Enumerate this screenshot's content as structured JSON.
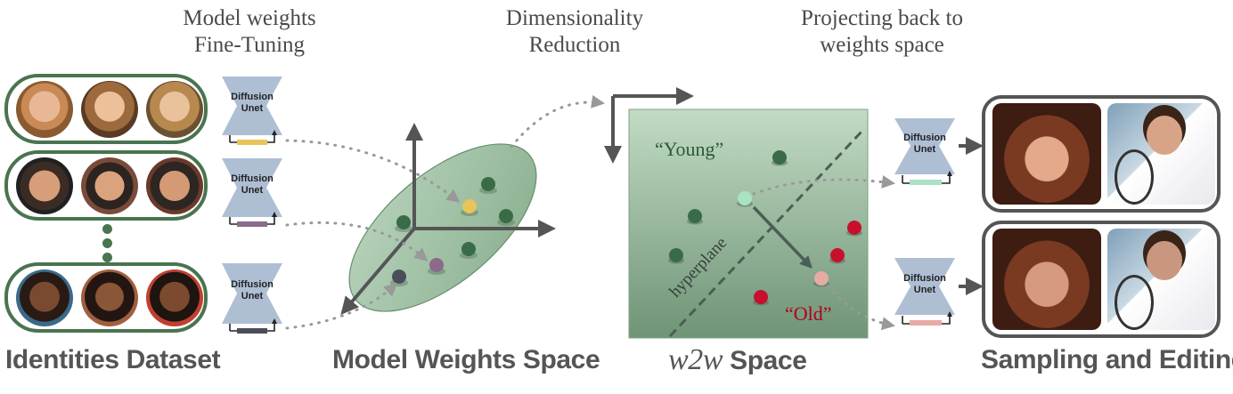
{
  "captions": {
    "finetune": [
      "Model weights",
      "Fine-Tuning"
    ],
    "reduction": [
      "Dimensionality",
      "Reduction"
    ],
    "projecting": [
      "Projecting back to",
      "weights space"
    ]
  },
  "sections": {
    "identities": "Identities Dataset",
    "weights_space": "Model Weights Space",
    "w2w_prefix": "w2w",
    "w2w_suffix": " Space",
    "sampling": "Sampling and Editing"
  },
  "unet": {
    "line1": "Diffusion",
    "line2": "Unet"
  },
  "w2w_panel": {
    "young_label": "“Young”",
    "old_label": "“Old”",
    "hyperplane_label": "hyperplane"
  },
  "colors": {
    "pill_border": "#49744f",
    "ellipse_fill": "#a3c6a8",
    "panel_top": "#c2dbc4",
    "panel_bottom": "#6f9476",
    "dot_green": "#3a6b48",
    "dot_red": "#c8102e",
    "weight_yellow": "#e8c45a",
    "weight_purple": "#8b6a8c",
    "weight_dark": "#4a4e5a",
    "weight_mint": "#a9e3c4",
    "weight_pink": "#e8aaa4",
    "unet_fill": "#aebfd4",
    "card_border": "#555555"
  }
}
